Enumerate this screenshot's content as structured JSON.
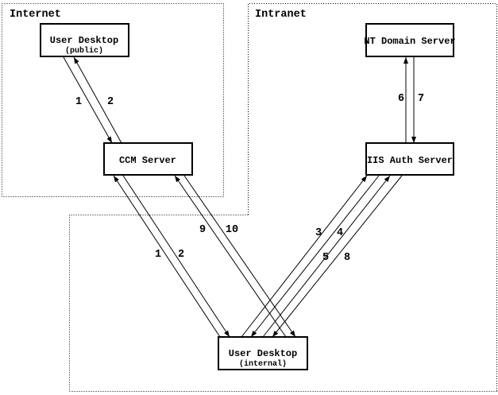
{
  "zones": {
    "internet": {
      "label": "Internet"
    },
    "intranet": {
      "label": "Intranet"
    }
  },
  "nodes": {
    "user_desktop_public": {
      "title": "User Desktop",
      "subtitle": "(public)"
    },
    "ccm_server": {
      "title": "CCM Server"
    },
    "nt_domain_server": {
      "title": "NT Domain Server"
    },
    "iis_auth_server": {
      "title": "IIS Auth Server"
    },
    "user_desktop_internal": {
      "title": "User Desktop",
      "subtitle": "(internal)"
    }
  },
  "edges": [
    {
      "label": "1",
      "from": "user-desktop-public",
      "to": "ccm-server"
    },
    {
      "label": "2",
      "from": "ccm-server",
      "to": "user-desktop-public"
    },
    {
      "label": "1",
      "from": "user-desktop-internal",
      "to": "ccm-server"
    },
    {
      "label": "2",
      "from": "ccm-server",
      "to": "user-desktop-internal"
    },
    {
      "label": "3",
      "from": "user-desktop-internal",
      "to": "iis-auth-server"
    },
    {
      "label": "4",
      "from": "iis-auth-server",
      "to": "user-desktop-internal"
    },
    {
      "label": "5",
      "from": "user-desktop-internal",
      "to": "iis-auth-server"
    },
    {
      "label": "8",
      "from": "iis-auth-server",
      "to": "user-desktop-internal"
    },
    {
      "label": "9",
      "from": "user-desktop-internal",
      "to": "ccm-server"
    },
    {
      "label": "10",
      "from": "ccm-server",
      "to": "user-desktop-internal"
    },
    {
      "label": "6",
      "from": "iis-auth-server",
      "to": "nt-domain-server"
    },
    {
      "label": "7",
      "from": "nt-domain-server",
      "to": "iis-auth-server"
    }
  ],
  "colors": {
    "ink": "#000000",
    "background": "#ffffff"
  }
}
